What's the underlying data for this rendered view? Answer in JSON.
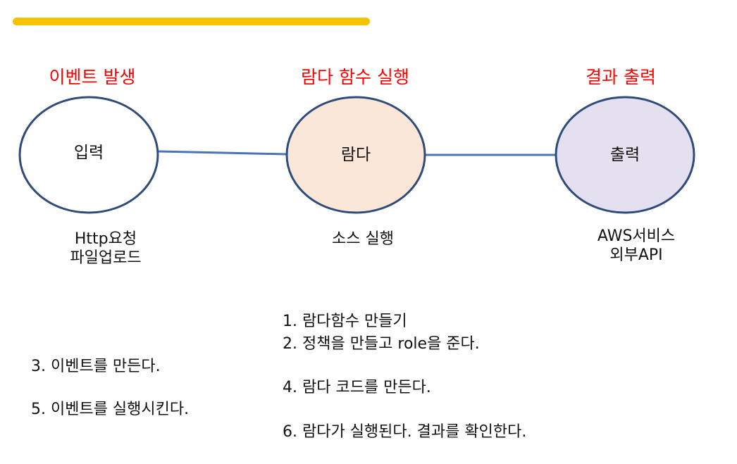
{
  "colors": {
    "accent_bar": "#f7c300",
    "stage_title": "#ff0000",
    "connector": "#4a76b5",
    "node_stroke": "#2f4b7a",
    "input_fill": "#ffffff",
    "lambda_fill": "#fbe7d7",
    "output_fill": "#e4e0ef"
  },
  "stages": [
    {
      "title": "이벤트 발생",
      "node": "입력",
      "caption": [
        "Http요청",
        "파일업로드"
      ]
    },
    {
      "title": "람다 함수 실행",
      "node": "람다",
      "caption": [
        "소스 실행"
      ]
    },
    {
      "title": "결과 출력",
      "node": "출력",
      "caption": [
        "AWS서비스",
        "외부API"
      ]
    }
  ],
  "steps": [
    {
      "text": "1.  람다함수 만들기"
    },
    {
      "text": "2.  정책을 만들고 role을 준다."
    },
    {
      "text": "3. 이벤트를 만든다."
    },
    {
      "text": "4.  람다 코드를 만든다."
    },
    {
      "text": "5. 이벤트를 실행시킨다."
    },
    {
      "text": "6. 람다가 실행된다. 결과를 확인한다."
    }
  ]
}
